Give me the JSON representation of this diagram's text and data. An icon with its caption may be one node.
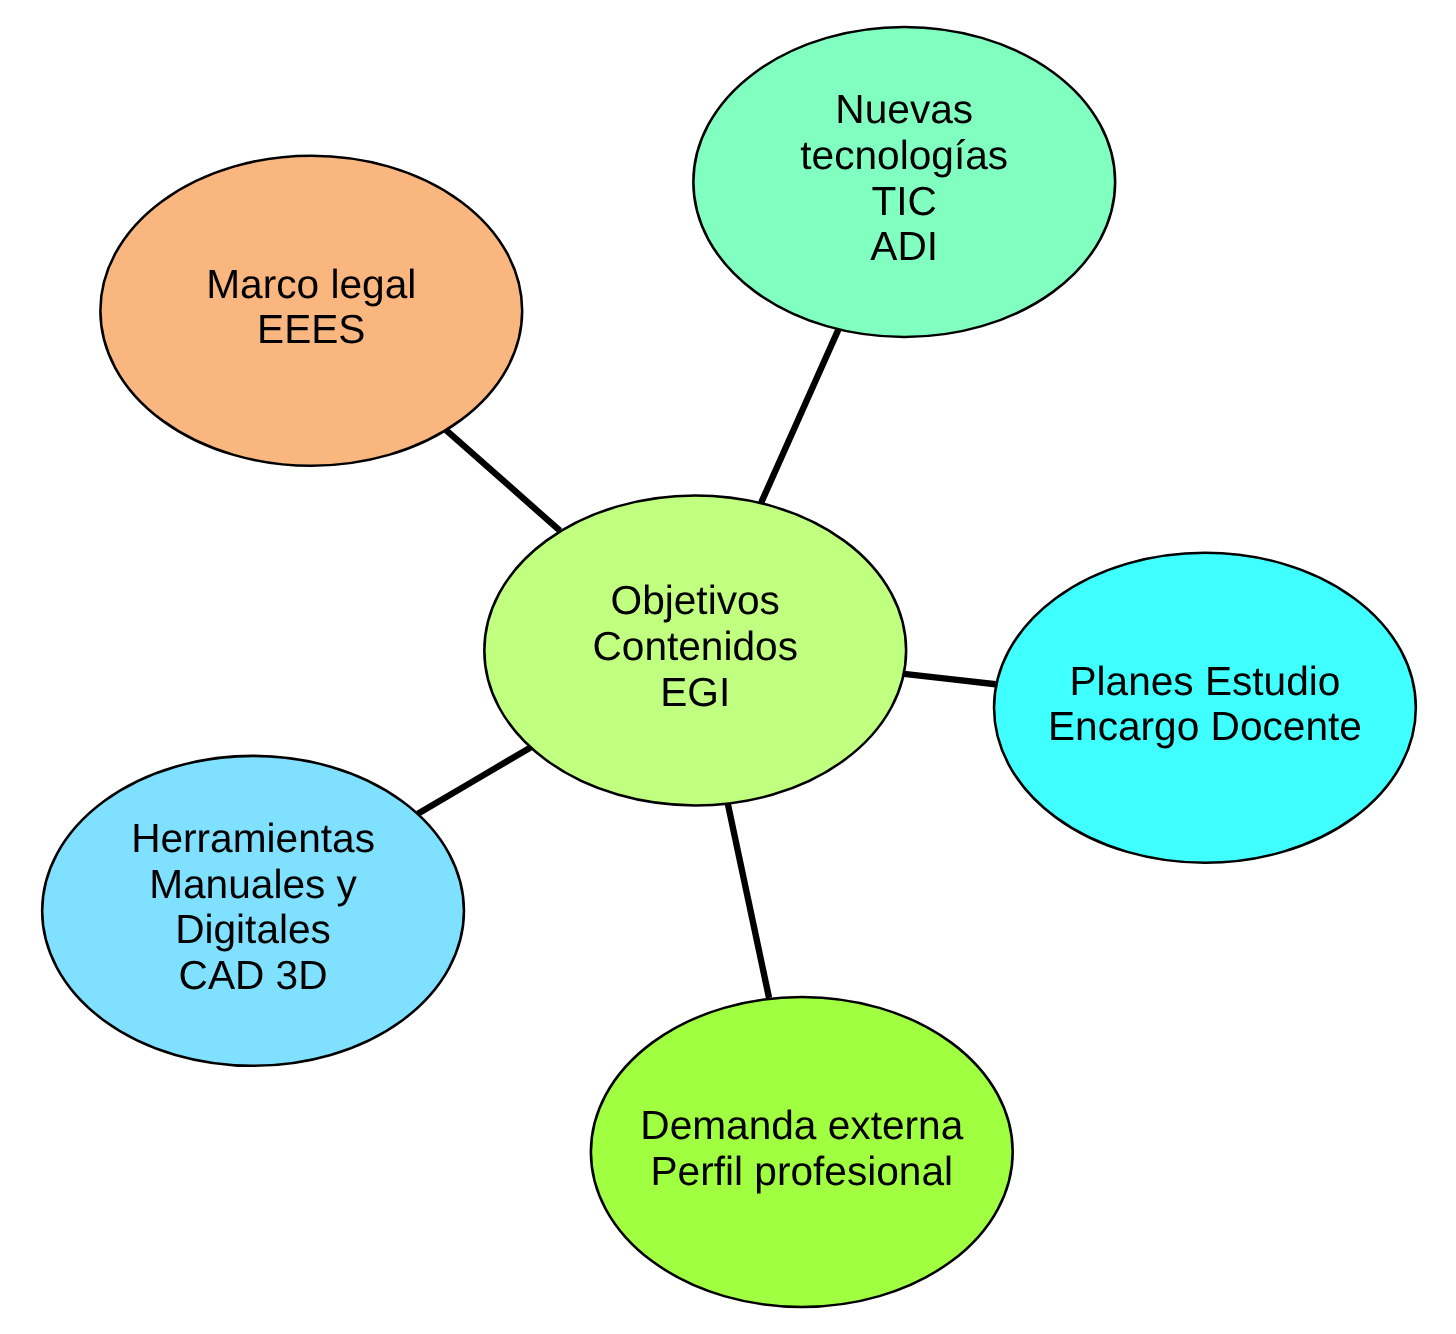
{
  "diagram": {
    "nodes": [
      {
        "text": [
          "Marco legal",
          "EEES"
        ]
      },
      {
        "text": [
          "Planes Estudio",
          "Encargo Docente"
        ]
      },
      {
        "text": [
          "Demanda externa",
          "Perfil profesional"
        ]
      },
      {
        "text": [
          "Objetivos",
          "Contenidos",
          "EGI"
        ]
      },
      {
        "text": [
          "Nuevas tecnologías",
          "TIC",
          "ADI"
        ]
      },
      {
        "text": [
          "Herramientas Manuales y Digitales",
          "CAD 3D"
        ]
      }
    ],
    "edges": [
      {
        "from": 3,
        "to": 0,
        "arrow": "none"
      },
      {
        "from": 3,
        "to": 1,
        "arrow": "none"
      },
      {
        "from": 3,
        "to": 2,
        "arrow": "none"
      },
      {
        "from": 3,
        "to": 4,
        "arrow": "none"
      },
      {
        "from": 3,
        "to": 5,
        "arrow": "none"
      }
    ]
  }
}
